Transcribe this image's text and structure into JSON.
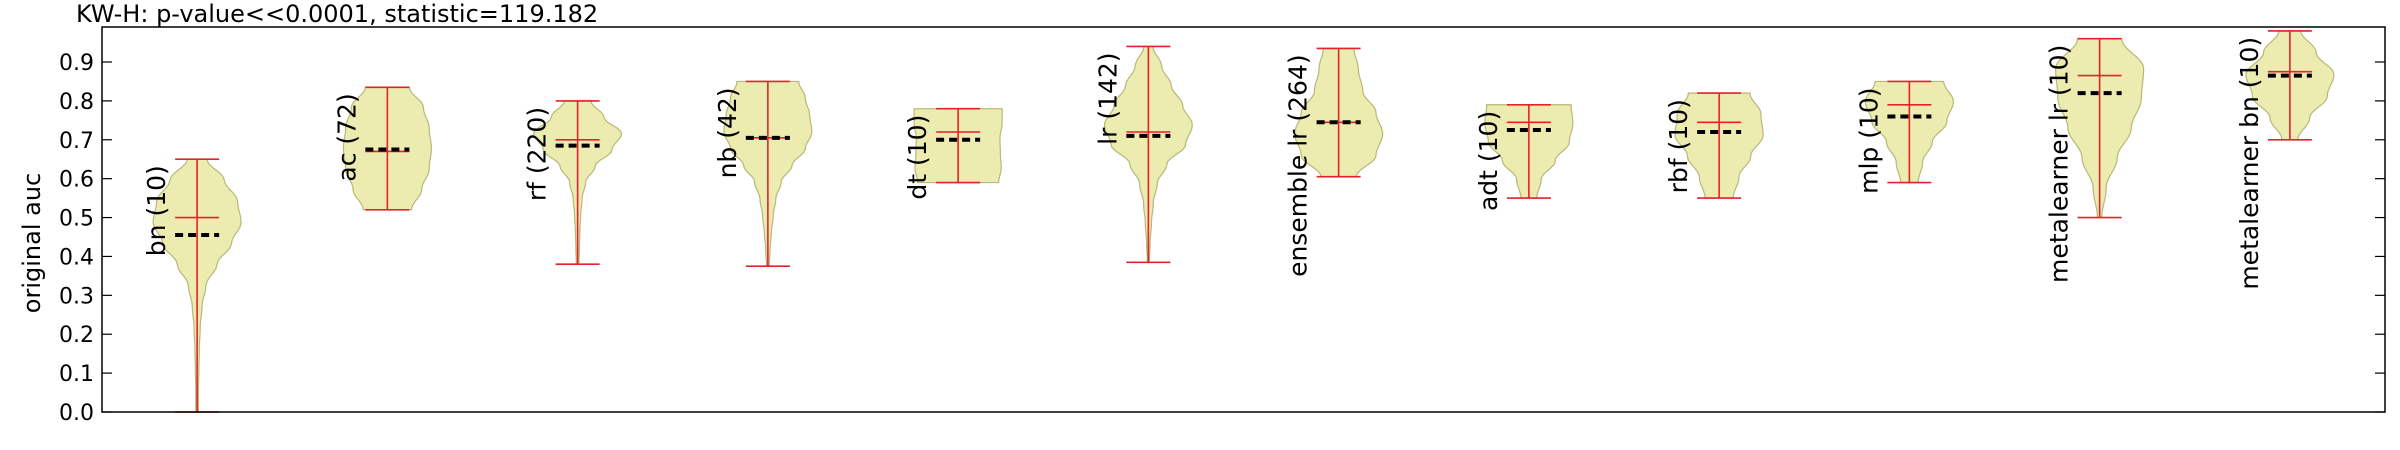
{
  "chart_data": {
    "type": "violin",
    "title": "KW-H: p-value<<0.0001, statistic=119.182",
    "ylabel": "original auc",
    "xlabel": "",
    "ylim": [
      0.0,
      0.99
    ],
    "yticks": [
      "0.0",
      "0.1",
      "0.2",
      "0.3",
      "0.4",
      "0.5",
      "0.6",
      "0.7",
      "0.8",
      "0.9"
    ],
    "grid": false,
    "colors": {
      "body_fill": "#ecebb0",
      "body_edge": "#b8b87a",
      "whisker": "#e8202a",
      "median": "#000000"
    },
    "categories": [
      "bn (10)",
      "ac (72)",
      "rf (220)",
      "nb (42)",
      "dt (10)",
      "lr (142)",
      "ensemble lr (264)",
      "adt (10)",
      "rbf (10)",
      "mlp (10)",
      "metalearner lr (10)",
      "metalearner bn (10)"
    ],
    "series": [
      {
        "label": "bn (10)",
        "min": 0.0,
        "max": 0.65,
        "mean": 0.5,
        "median": 0.455,
        "density": [
          0.03,
          0.03,
          0.04,
          0.05,
          0.07,
          0.11,
          0.2,
          0.45,
          0.78,
          1.0,
          0.92,
          0.62,
          0.22
        ]
      },
      {
        "label": "ac (72)",
        "min": 0.52,
        "max": 0.835,
        "mean": 0.67,
        "median": 0.675,
        "density": [
          0.55,
          0.78,
          0.95,
          1.0,
          0.95,
          0.82,
          0.5
        ]
      },
      {
        "label": "rf (220)",
        "min": 0.38,
        "max": 0.8,
        "mean": 0.7,
        "median": 0.685,
        "density": [
          0.03,
          0.04,
          0.05,
          0.07,
          0.1,
          0.18,
          0.4,
          0.78,
          1.0,
          0.6,
          0.3
        ]
      },
      {
        "label": "nb (42)",
        "min": 0.375,
        "max": 0.85,
        "mean": 0.705,
        "median": 0.705,
        "density": [
          0.03,
          0.05,
          0.08,
          0.12,
          0.18,
          0.3,
          0.55,
          0.85,
          1.0,
          0.95,
          0.85,
          0.7
        ]
      },
      {
        "label": "dt (10)",
        "min": 0.59,
        "max": 0.78,
        "mean": 0.72,
        "median": 0.7,
        "density": [
          0.92,
          0.98,
          0.96,
          0.95,
          1.0,
          1.0
        ]
      },
      {
        "label": "lr (142)",
        "min": 0.385,
        "max": 0.94,
        "mean": 0.72,
        "median": 0.71,
        "density": [
          0.02,
          0.04,
          0.07,
          0.11,
          0.2,
          0.42,
          0.85,
          1.0,
          0.78,
          0.52,
          0.3,
          0.1
        ]
      },
      {
        "label": "ensemble lr (264)",
        "min": 0.605,
        "max": 0.935,
        "mean": 0.745,
        "median": 0.745,
        "density": [
          0.4,
          0.85,
          1.0,
          0.85,
          0.55,
          0.45,
          0.35
        ]
      },
      {
        "label": "adt (10)",
        "min": 0.55,
        "max": 0.79,
        "mean": 0.745,
        "median": 0.725,
        "density": [
          0.18,
          0.28,
          0.6,
          0.92,
          1.0,
          0.96
        ]
      },
      {
        "label": "rbf (10)",
        "min": 0.55,
        "max": 0.82,
        "mean": 0.745,
        "median": 0.72,
        "density": [
          0.32,
          0.45,
          0.72,
          1.0,
          0.95,
          0.7
        ]
      },
      {
        "label": "mlp (10)",
        "min": 0.59,
        "max": 0.85,
        "mean": 0.79,
        "median": 0.76,
        "density": [
          0.2,
          0.3,
          0.52,
          0.85,
          1.0,
          0.78
        ]
      },
      {
        "label": "metalearner lr (10)",
        "min": 0.5,
        "max": 0.96,
        "mean": 0.865,
        "median": 0.82,
        "density": [
          0.05,
          0.15,
          0.4,
          0.72,
          0.95,
          1.0,
          0.5
        ]
      },
      {
        "label": "metalearner bn (10)",
        "min": 0.7,
        "max": 0.98,
        "mean": 0.875,
        "median": 0.865,
        "density": [
          0.18,
          0.45,
          0.85,
          1.0,
          0.6,
          0.25
        ]
      }
    ]
  }
}
